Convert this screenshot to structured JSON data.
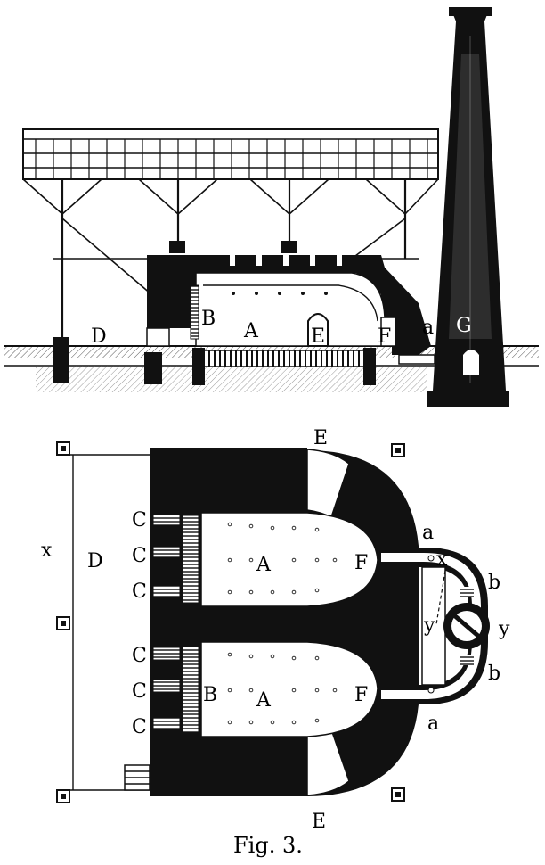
{
  "caption": "Fig. 3.",
  "colors": {
    "ink": "#111111",
    "paper": "#ffffff"
  },
  "elevation_labels": {
    "D": "D",
    "B": "B",
    "A": "A",
    "E": "E",
    "F": "F",
    "a": "a",
    "G": "G"
  },
  "plan_labels": {
    "E_top": "E",
    "E_bottom": "E",
    "x_left": "x",
    "D": "D",
    "C1": "C",
    "C2": "C",
    "C3": "C",
    "C4": "C",
    "C5": "C",
    "C6": "C",
    "A_upper": "A",
    "A_lower": "A",
    "F_upper": "F",
    "F_lower": "F",
    "B": "B",
    "a_upper": "a",
    "a_lower": "a",
    "x_flue": "x",
    "y_left": "y",
    "y_right": "y",
    "b_upper": "b",
    "b_lower": "b"
  }
}
